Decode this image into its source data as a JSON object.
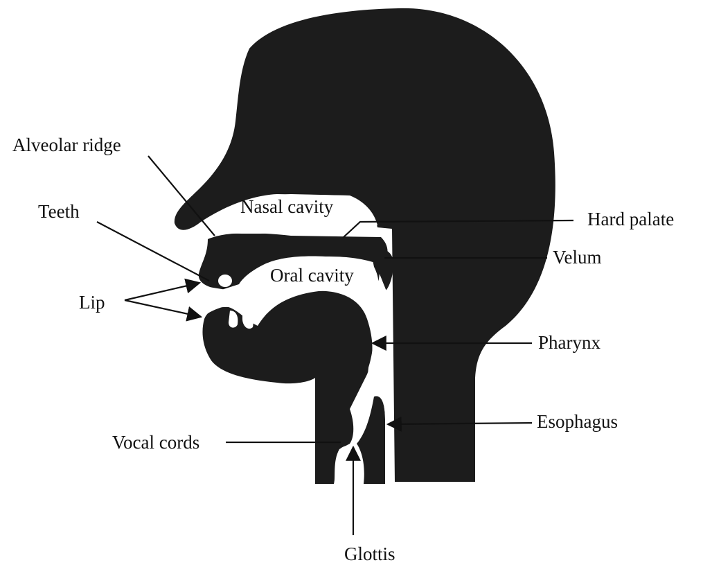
{
  "colors": {
    "tissue": "#1c1c1c",
    "cavity": "#ffffff",
    "ink": "#111111"
  },
  "labels": {
    "alveolar_ridge": "Alveolar ridge",
    "teeth": "Teeth",
    "lip": "Lip",
    "nasal_cavity": "Nasal cavity",
    "oral_cavity": "Oral cavity",
    "hard_palate": "Hard palate",
    "velum": "Velum",
    "pharynx": "Pharynx",
    "esophagus": "Esophagus",
    "vocal_cords": "Vocal cords",
    "glottis": "Glottis"
  }
}
